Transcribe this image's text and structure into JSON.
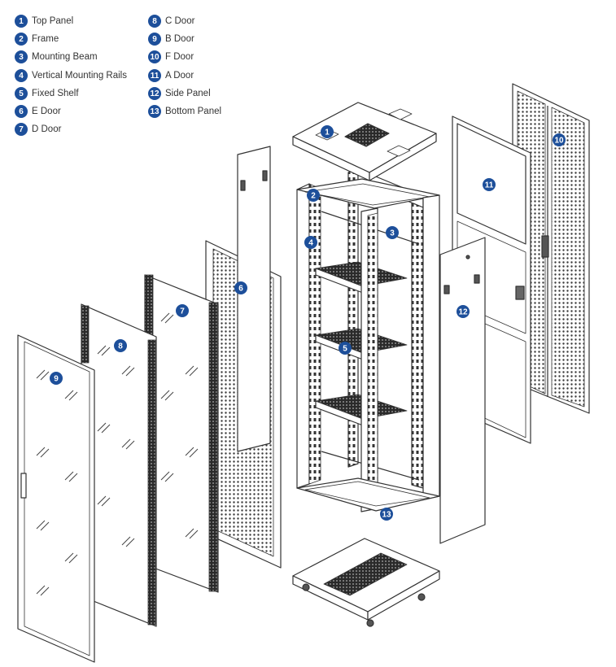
{
  "colors": {
    "badge": "#1d4f9a",
    "line": "#333333"
  },
  "legend": [
    {
      "number": "1",
      "label": "Top Panel"
    },
    {
      "number": "2",
      "label": "Frame"
    },
    {
      "number": "3",
      "label": "Mounting Beam"
    },
    {
      "number": "4",
      "label": "Vertical Mounting Rails"
    },
    {
      "number": "5",
      "label": "Fixed Shelf"
    },
    {
      "number": "6",
      "label": "E Door"
    },
    {
      "number": "7",
      "label": "D Door"
    },
    {
      "number": "8",
      "label": "C Door"
    },
    {
      "number": "9",
      "label": "B Door"
    },
    {
      "number": "10",
      "label": "F Door"
    },
    {
      "number": "11",
      "label": "A Door"
    },
    {
      "number": "12",
      "label": "Side Panel"
    },
    {
      "number": "13",
      "label": "Bottom Panel"
    }
  ],
  "callouts": [
    "1",
    "2",
    "3",
    "4",
    "5",
    "6",
    "7",
    "8",
    "9",
    "10",
    "11",
    "12",
    "13"
  ]
}
